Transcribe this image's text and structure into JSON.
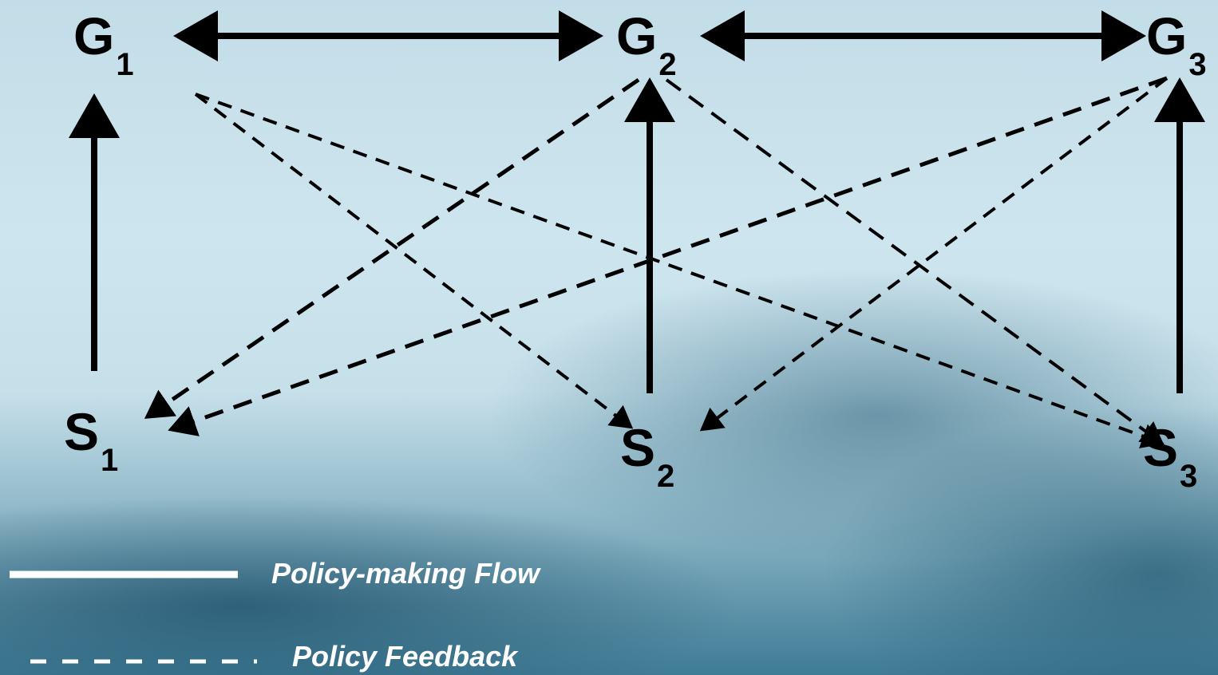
{
  "nodes": {
    "g1": {
      "letter": "G",
      "sub": "1"
    },
    "g2": {
      "letter": "G",
      "sub": "2"
    },
    "g3": {
      "letter": "G",
      "sub": "3"
    },
    "s1": {
      "letter": "S",
      "sub": "1"
    },
    "s2": {
      "letter": "S",
      "sub": "2"
    },
    "s3": {
      "letter": "S",
      "sub": "3"
    }
  },
  "legend": {
    "policy_making_flow": "Policy-making Flow",
    "policy_feedback": "Policy Feedback"
  },
  "colors": {
    "arrow": "#000000",
    "legend_text": "#ffffff"
  }
}
